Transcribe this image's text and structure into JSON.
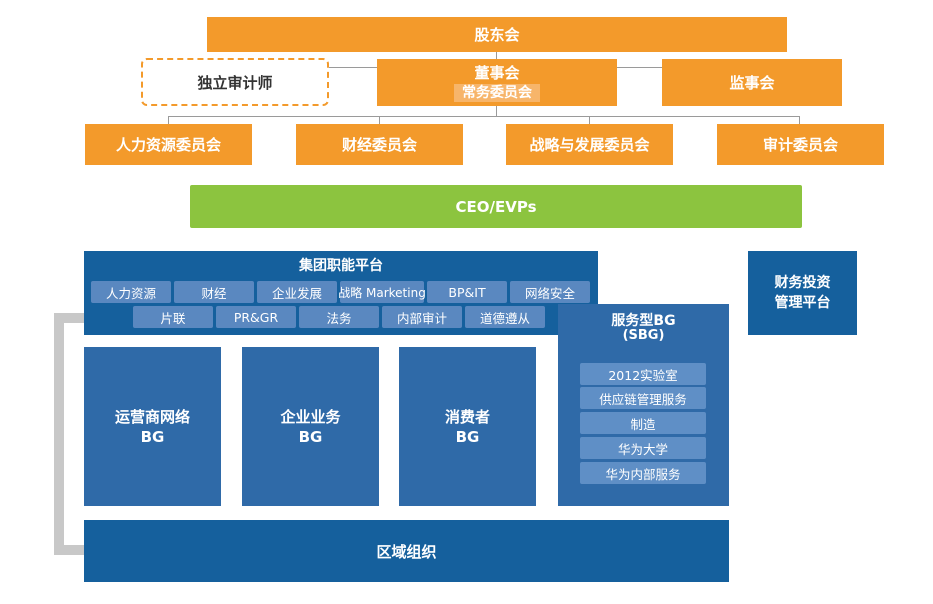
{
  "governance": {
    "shareholders": "股东会",
    "auditor": "独立审计师",
    "board": "董事会",
    "board_standing": "常务委员会",
    "supervisory": "监事会",
    "committees": [
      "人力资源委员会",
      "财经委员会",
      "战略与发展委员会",
      "审计委员会"
    ]
  },
  "management": {
    "ceo": "CEO/EVPs"
  },
  "group_platform": {
    "title": "集团职能平台",
    "row1": [
      "人力资源",
      "财经",
      "企业发展",
      "战略 Marketing",
      "BP&IT",
      "网络安全"
    ],
    "row2": [
      "片联",
      "PR&GR",
      "法务",
      "内部审计",
      "道德遵从"
    ]
  },
  "finance_platform": {
    "line1": "财务投资",
    "line2": "管理平台"
  },
  "bgs": [
    {
      "name": "运营商网络",
      "suffix": "BG"
    },
    {
      "name": "企业业务",
      "suffix": "BG"
    },
    {
      "name": "消费者",
      "suffix": "BG"
    }
  ],
  "sbg": {
    "title": "服务型BG",
    "subtitle": "(SBG)",
    "items": [
      "2012实验室",
      "供应链管理服务",
      "制造",
      "华为大学",
      "华为内部服务"
    ]
  },
  "regional": "区域组织",
  "colors": {
    "governance": "#f39a2b",
    "management": "#8cc43f",
    "platform": "#15609d",
    "bg": "#2f6aa8",
    "connector": "#9a9a9a"
  }
}
